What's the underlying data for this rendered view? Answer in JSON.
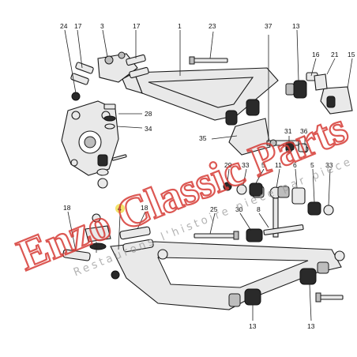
{
  "diagram": {
    "highlighted_part": "4",
    "callouts": [
      {
        "id": "c-24",
        "label": "24"
      },
      {
        "id": "c-17a",
        "label": "17"
      },
      {
        "id": "c-3",
        "label": "3"
      },
      {
        "id": "c-17b",
        "label": "17"
      },
      {
        "id": "c-1",
        "label": "1"
      },
      {
        "id": "c-23",
        "label": "23"
      },
      {
        "id": "c-37",
        "label": "37"
      },
      {
        "id": "c-13a",
        "label": "13"
      },
      {
        "id": "c-15",
        "label": "15"
      },
      {
        "id": "c-16",
        "label": "16"
      },
      {
        "id": "c-21",
        "label": "21"
      },
      {
        "id": "c-28",
        "label": "28"
      },
      {
        "id": "c-34",
        "label": "34"
      },
      {
        "id": "c-35",
        "label": "35"
      },
      {
        "id": "c-31",
        "label": "31"
      },
      {
        "id": "c-36",
        "label": "36"
      },
      {
        "id": "c-29",
        "label": "29"
      },
      {
        "id": "c-33a",
        "label": "33"
      },
      {
        "id": "c-5a",
        "label": "5"
      },
      {
        "id": "c-11",
        "label": "11"
      },
      {
        "id": "c-6",
        "label": "6"
      },
      {
        "id": "c-5b",
        "label": "5"
      },
      {
        "id": "c-33b",
        "label": "33"
      },
      {
        "id": "c-18a",
        "label": "18"
      },
      {
        "id": "c-4",
        "label": "4"
      },
      {
        "id": "c-18b",
        "label": "18"
      },
      {
        "id": "c-25",
        "label": "25"
      },
      {
        "id": "c-30",
        "label": "30"
      },
      {
        "id": "c-8",
        "label": "8"
      },
      {
        "id": "c-13b",
        "label": "13"
      },
      {
        "id": "c-13c",
        "label": "13"
      }
    ]
  },
  "watermark": {
    "title": "Enzo Classic Parts",
    "tagline": "Restaurons l'histoire pièce par pièce"
  },
  "colors": {
    "watermark_red": "#d63b36",
    "highlight_yellow": "#f3e36a"
  }
}
